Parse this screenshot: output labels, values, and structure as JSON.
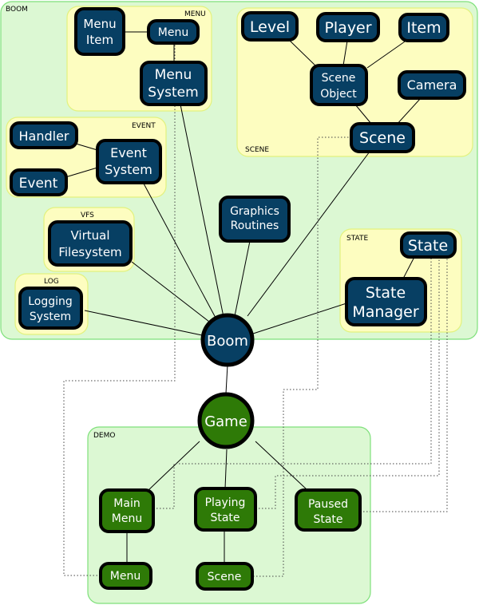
{
  "clusters": {
    "boom": "BOOM",
    "menu": "MENU",
    "scene": "SCENE",
    "event": "EVENT",
    "vfs": "VFS",
    "log": "LOG",
    "state": "STATE",
    "demo": "DEMO"
  },
  "nodes": {
    "menu_item": [
      "Menu",
      "Item"
    ],
    "menu": [
      "Menu"
    ],
    "menu_system": [
      "Menu",
      "System"
    ],
    "level": [
      "Level"
    ],
    "player": [
      "Player"
    ],
    "item": [
      "Item"
    ],
    "scene_object": [
      "Scene",
      "Object"
    ],
    "camera": [
      "Camera"
    ],
    "scene": [
      "Scene"
    ],
    "handler": [
      "Handler"
    ],
    "event": [
      "Event"
    ],
    "event_system": [
      "Event",
      "System"
    ],
    "virtual_filesystem": [
      "Virtual",
      "Filesystem"
    ],
    "graphics_routines": [
      "Graphics",
      "Routines"
    ],
    "state": [
      "State"
    ],
    "state_manager": [
      "State",
      "Manager"
    ],
    "logging_system": [
      "Logging",
      "System"
    ],
    "boom": [
      "Boom"
    ],
    "game": [
      "Game"
    ],
    "main_menu": [
      "Main",
      "Menu"
    ],
    "playing_state": [
      "Playing",
      "State"
    ],
    "paused_state": [
      "Paused",
      "State"
    ],
    "demo_menu": [
      "Menu"
    ],
    "demo_scene": [
      "Scene"
    ]
  },
  "colors": {
    "engine_node": "#073f63",
    "demo_node": "#2e7a07",
    "outer_cluster_fill": "#dcf8d3",
    "outer_cluster_stroke": "#7ee07a",
    "inner_cluster_fill": "#fdfdc0",
    "inner_cluster_stroke": "#e2f27e"
  }
}
